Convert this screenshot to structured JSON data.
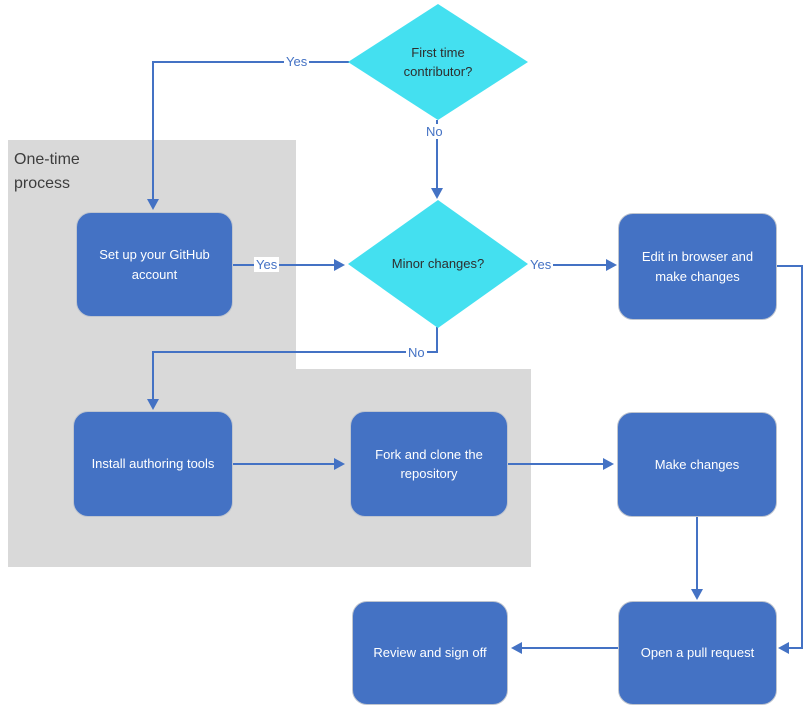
{
  "diagram": {
    "region": {
      "title": "One-time process"
    },
    "nodes": {
      "first_time": "First time contributor?",
      "minor_changes": "Minor changes?",
      "setup": "Set up your GitHub account",
      "install": "Install authoring tools",
      "fork": "Fork and clone the repository",
      "edit": "Edit in browser and make changes",
      "make": "Make changes",
      "open": "Open a pull request",
      "review": "Review and sign off"
    },
    "edge_labels": {
      "first_time_yes": "Yes",
      "first_time_no": "No",
      "setup_to_minor": "Yes",
      "minor_yes": "Yes",
      "minor_no": "No"
    },
    "colors": {
      "process_fill": "#4472C4",
      "decision_fill": "#44E0F0",
      "region_fill": "#D9D9D9",
      "connector": "#4472C4",
      "process_text": "#FFFFFF",
      "decision_text": "#2E2E2E",
      "edge_label_text": "#4472C4"
    }
  }
}
